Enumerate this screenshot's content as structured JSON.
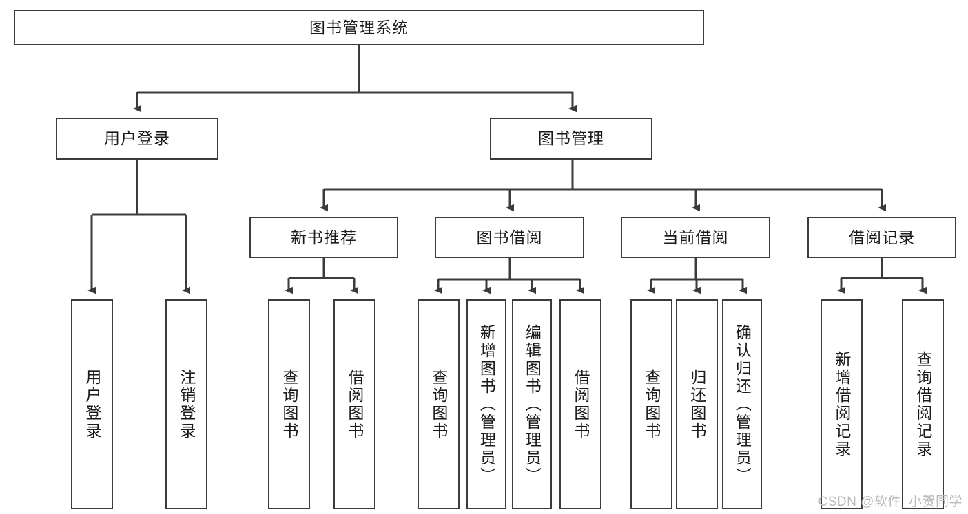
{
  "diagram": {
    "type": "tree-hierarchy",
    "title": "图书管理系统",
    "watermark": "CSDN @软件_小贺同学",
    "colors": {
      "box_border": "#3b3b3b",
      "box_fill": "#ffffff",
      "connector": "#3b3b3b",
      "text": "#1a1a1a",
      "watermark": "#b9b9b9"
    },
    "root": {
      "label": "图书管理系统"
    },
    "level2": [
      {
        "label": "用户登录"
      },
      {
        "label": "图书管理"
      }
    ],
    "level3": [
      {
        "label": "新书推荐"
      },
      {
        "label": "图书借阅"
      },
      {
        "label": "当前借阅"
      },
      {
        "label": "借阅记录"
      }
    ],
    "leaves": {
      "user_login": [
        {
          "label": "用户登录"
        },
        {
          "label": "注销登录"
        }
      ],
      "new_book": [
        {
          "label": "查询图书"
        },
        {
          "label": "借阅图书"
        }
      ],
      "book_borrow": [
        {
          "label": "查询图书"
        },
        {
          "label": "新增图书（管理员）"
        },
        {
          "label": "编辑图书（管理员）"
        },
        {
          "label": "借阅图书"
        }
      ],
      "current_borrow": [
        {
          "label": "查询图书"
        },
        {
          "label": "归还图书"
        },
        {
          "label": "确认归还（管理员）"
        }
      ],
      "borrow_record": [
        {
          "label": "新增借阅记录"
        },
        {
          "label": "查询借阅记录"
        }
      ]
    }
  }
}
